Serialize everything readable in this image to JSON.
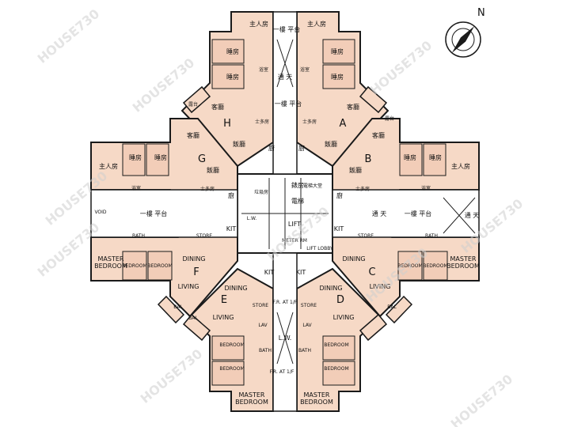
{
  "colors": {
    "flat": "#f6d9c6",
    "room": "#f2cdb8",
    "core": "#ffffff",
    "wall": "#1a1a1a",
    "watermark": "#cccccc"
  },
  "units": [
    "A",
    "B",
    "C",
    "D",
    "E",
    "F",
    "G",
    "H"
  ],
  "labels": {
    "master_bedroom": "MASTER BEDROOM",
    "master": "MASTER",
    "bedroom": "BEDROOM",
    "living": "LIVING",
    "dining": "DINING",
    "kit": "KIT",
    "store": "STORE",
    "bath": "BATH",
    "bal": "BAL",
    "lav": "LAV",
    "lw": "L.W.",
    "lift": "LIFT",
    "lift_lobby": "LIFT LOBBY",
    "meter_rm": "METER RM",
    "fr_at_1f": "F.R. AT 1/F",
    "void": "VOID",
    "zhu_ren_fang": "主人房",
    "shui_fang": "睡房",
    "ke_ting": "客廳",
    "fan_ting": "飯廳",
    "chu": "廚",
    "shi_duo_fang": "士多房",
    "yu_shi": "浴室",
    "lou_tai": "露台",
    "tong_tian": "通 天",
    "yi_lou_ping_tai": "一樓 平台",
    "dian_ti": "電梯",
    "dian_ti_da_tang": "電梯大堂",
    "biao_fang": "錶房",
    "la_ji_fang": "垃圾房"
  },
  "watermark": "HOUSE730",
  "compass": {
    "north_label": "N"
  }
}
